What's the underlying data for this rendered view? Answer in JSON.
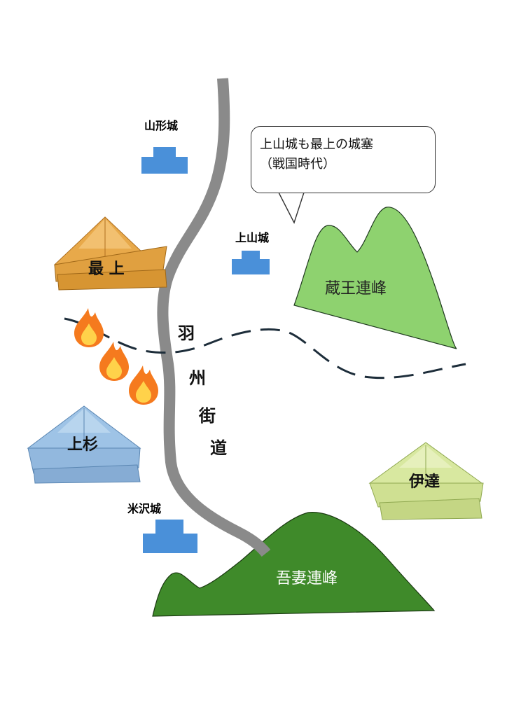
{
  "castles": {
    "yamagata": "山形城",
    "kaminoyama": "上山城",
    "yonezawa": "米沢城"
  },
  "callout": {
    "line1": "上山城も最上の城塞",
    "line2": "（戦国時代）"
  },
  "mountains": {
    "zao": "蔵王連峰",
    "azuma": "吾妻連峰"
  },
  "clans": {
    "mogami": "最 上",
    "uesugi": "上杉",
    "date": "伊達"
  },
  "road": [
    "羽",
    "州",
    "街",
    "道"
  ],
  "colors": {
    "road": "#8a8a8a",
    "castle": "#4a90d9",
    "zao": "#8ed26f",
    "azuma": "#3f8a2a",
    "border": "#1d2d3a",
    "mogami_helmet": "#e8a94a",
    "uesugi_helmet": "#9ec3e6",
    "date_helmet": "#d8e8a0"
  },
  "icons": [
    "castle-icon",
    "fire-icon",
    "helmet-icon",
    "speech-bubble"
  ]
}
